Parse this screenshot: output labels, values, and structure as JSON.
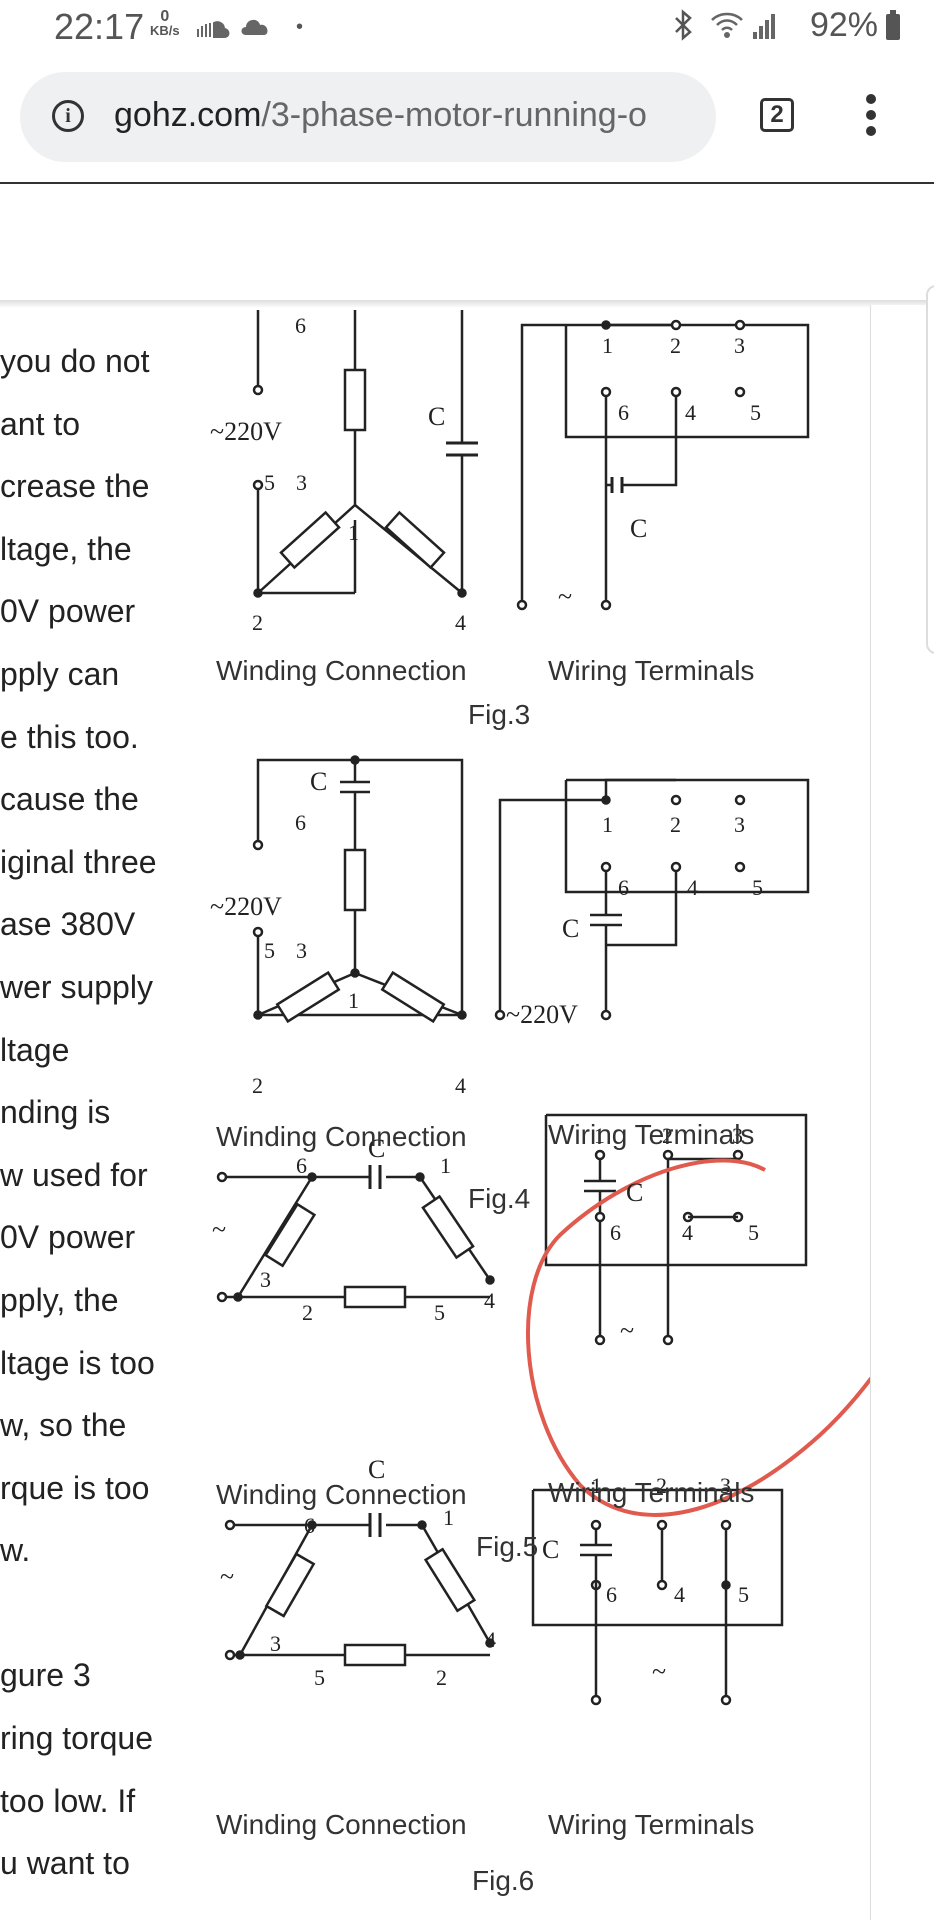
{
  "status_bar": {
    "time": "22:17",
    "net_speed_value": "0",
    "net_speed_unit": "KB/s",
    "battery": "92%",
    "icons": [
      "soundcloud-icon",
      "cloud-icon",
      "dot-icon",
      "bluetooth-icon",
      "wifi-icon",
      "signal-icon",
      "battery-icon"
    ]
  },
  "browser": {
    "info_icon": "i",
    "url_domain": "gohz.com",
    "url_path": "/3-phase-motor-running-o",
    "tab_count": "2"
  },
  "article": {
    "lines": [
      "you do not",
      "ant to",
      "crease the",
      "ltage, the",
      "0V power",
      "pply can",
      "e this too.",
      "cause the",
      "iginal three",
      "ase 380V",
      "wer supply",
      "ltage",
      "nding is",
      "w used for",
      "0V power",
      "pply, the",
      "ltage is too",
      "w, so the",
      "rque is too",
      "w.",
      "",
      "gure 3",
      "ring torque",
      "too low. If",
      "u want to"
    ]
  },
  "figures": {
    "fig3": {
      "caption": "Fig.3",
      "winding_label": "Winding Connection",
      "wiring_label": "Wiring Terminals",
      "voltage": "~220V",
      "capacitor": "C",
      "tilde": "~"
    },
    "fig4": {
      "caption": "Fig.4",
      "winding_label": "Winding Connection",
      "wiring_label": "Wiring Terminals",
      "voltage": "~220V",
      "voltage_terminal": "~220V",
      "capacitor": "C"
    },
    "fig5": {
      "caption": "Fig.5",
      "winding_label": "Winding Connection",
      "wiring_label": "Wiring Terminals",
      "capacitor": "C",
      "tilde": "~",
      "annotation_color": "#e05a4e"
    },
    "fig6": {
      "caption": "Fig.6",
      "winding_label": "Winding Connection",
      "wiring_label": "Wiring Terminals",
      "capacitor": "C",
      "tilde": "~"
    }
  }
}
